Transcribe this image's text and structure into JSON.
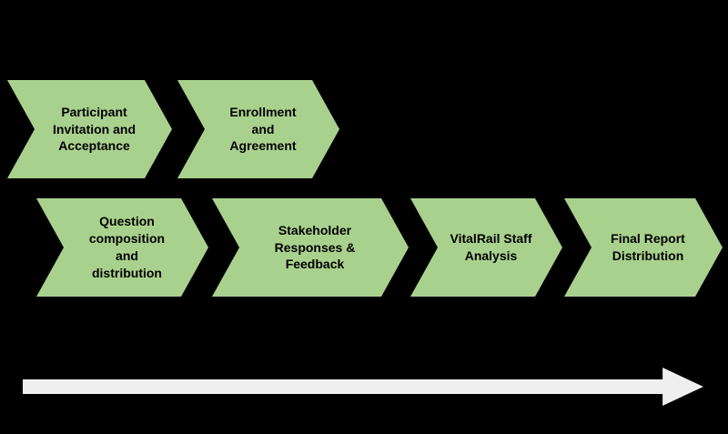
{
  "diagram": {
    "colors": {
      "background": "#000000",
      "step_fill": "#a9d18e",
      "step_text": "#000000",
      "timeline_arrow_fill": "#efefef"
    },
    "row1": {
      "steps": [
        {
          "label": "Participant\nInvitation and\nAcceptance"
        },
        {
          "label": "Enrollment\nand\nAgreement"
        }
      ]
    },
    "row2": {
      "steps": [
        {
          "label": "Question\ncomposition\nand\ndistribution"
        },
        {
          "label": "Stakeholder\nResponses &\nFeedback"
        },
        {
          "label": "VitalRail Staff\nAnalysis"
        },
        {
          "label": "Final Report\nDistribution"
        }
      ]
    }
  }
}
